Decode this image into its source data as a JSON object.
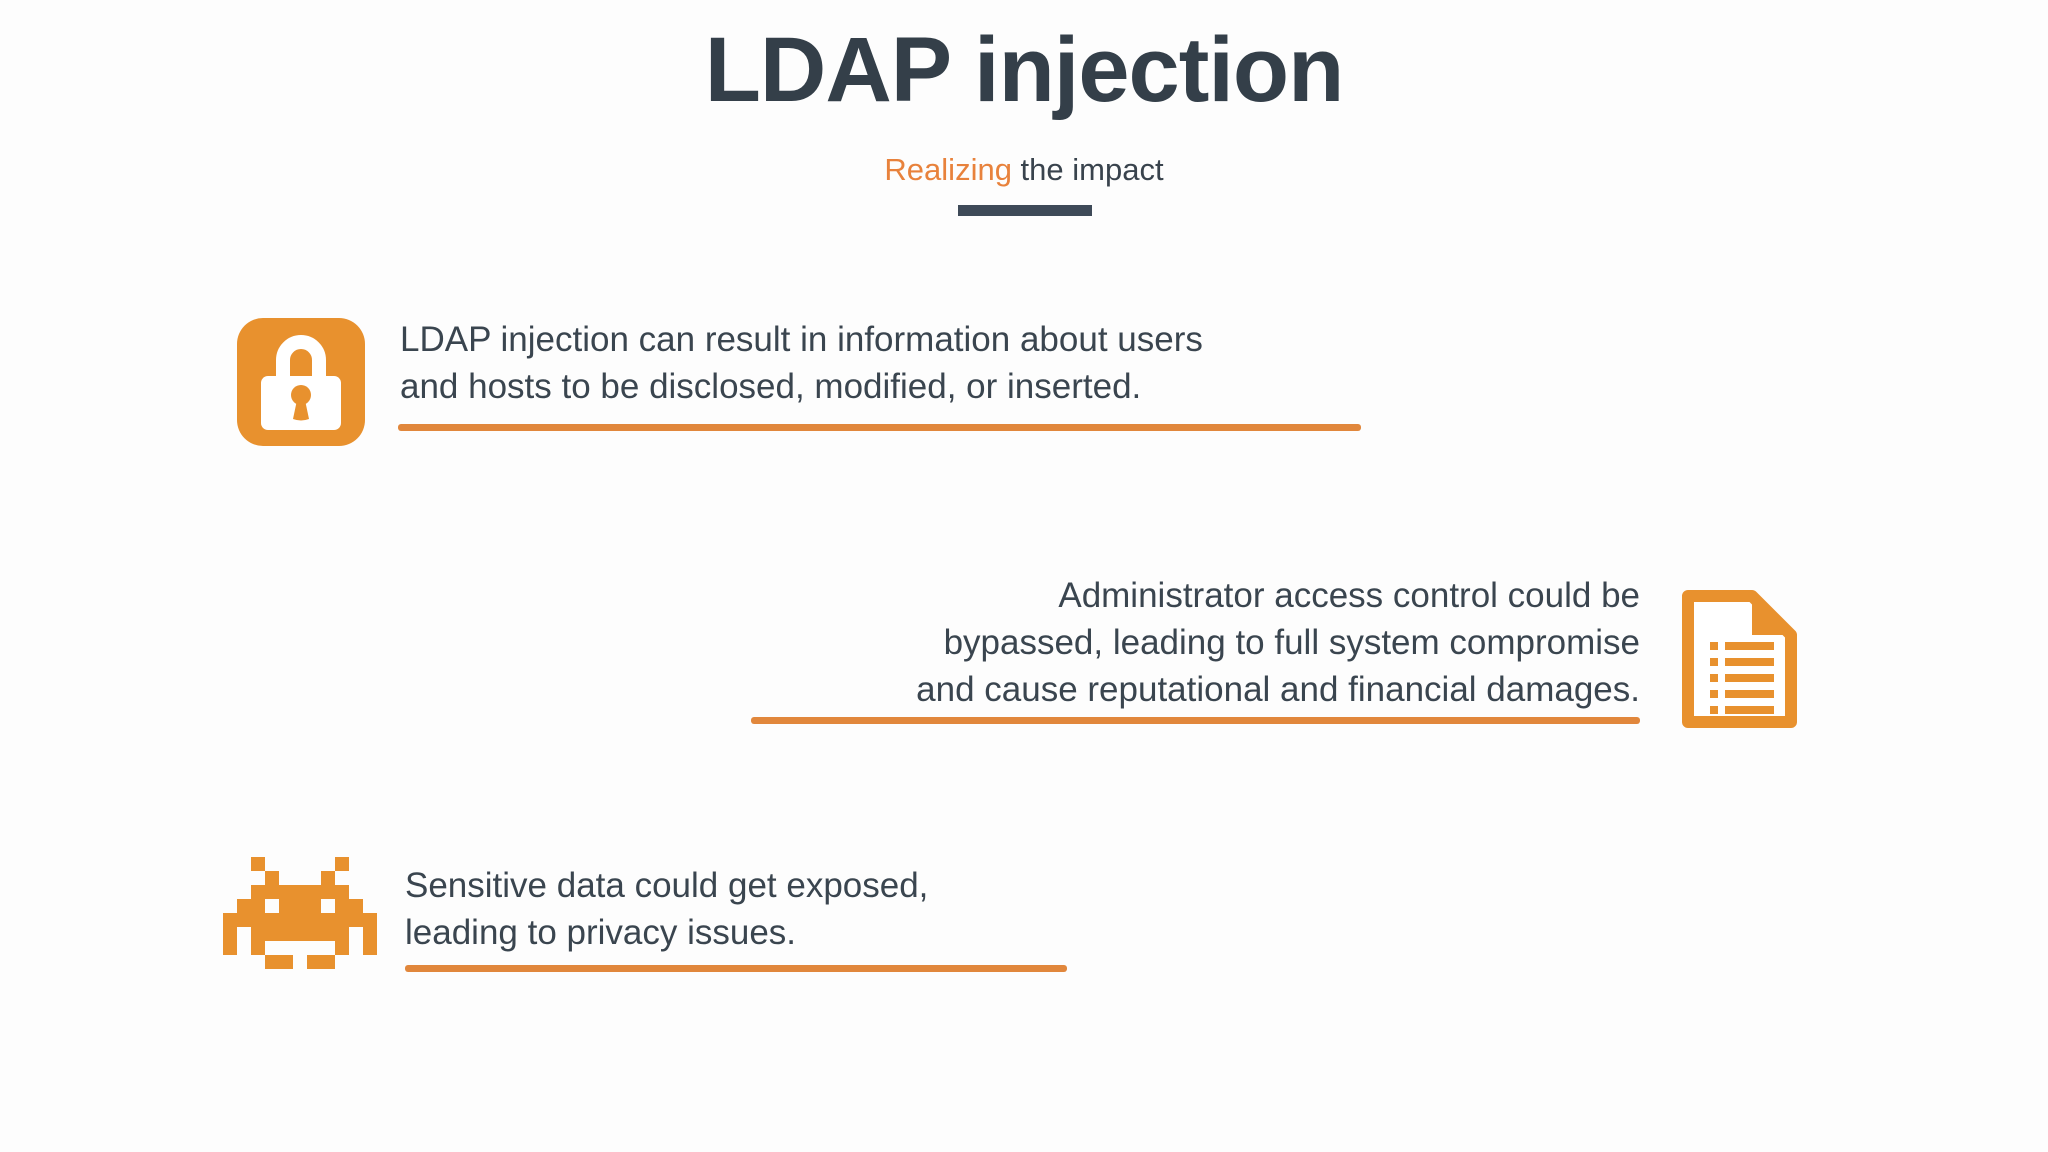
{
  "slide": {
    "title": "LDAP injection",
    "subtitle": {
      "highlight": "Realizing",
      "rest": " the impact"
    },
    "items": [
      {
        "icon": "lock-icon",
        "lines": [
          "LDAP injection can result in information about users",
          "and hosts to be disclosed, modified, or inserted."
        ]
      },
      {
        "icon": "document-list-icon",
        "lines": [
          "Administrator access control could be",
          "bypassed, leading to full system compromise",
          "and cause reputational and financial damages."
        ]
      },
      {
        "icon": "space-invader-icon",
        "lines": [
          "Sensitive data could get exposed,",
          "leading to privacy issues."
        ]
      }
    ],
    "colors": {
      "background": "#FDFDFD",
      "title_text": "#343F49",
      "body_text": "#3A454F",
      "accent_orange_icon": "#E8912E",
      "accent_orange_underline": "#E1873C",
      "subtitle_orange": "#E8823C",
      "divider_slate": "#3E4A58"
    }
  }
}
